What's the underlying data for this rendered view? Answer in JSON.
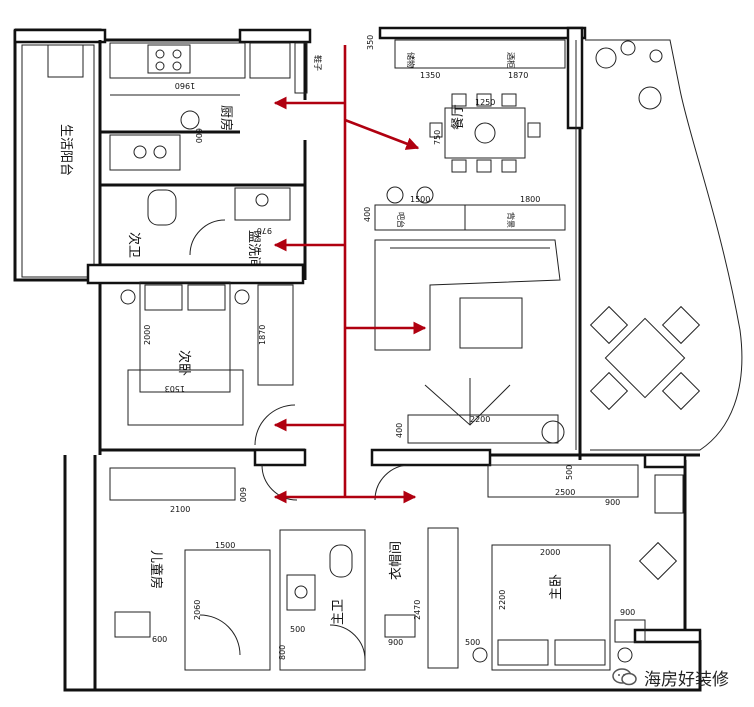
{
  "rooms": {
    "living_balcony": "生活阳台",
    "kitchen": "厨房",
    "dining": "餐厅",
    "second_bath": "次卫",
    "washroom": "盥洗间",
    "second_bedroom": "次卧",
    "kids_room": "儿童房",
    "master_bath": "主卫",
    "cloakroom": "衣帽间",
    "master_bedroom": "主卧",
    "shoe_cabinet": "鞋子",
    "bar_counter": "吧台",
    "back_wall": "背景",
    "dining_cabinet": "酒柜",
    "dining_cabinet_2": "储物"
  },
  "dimensions": {
    "d1960": "1960",
    "d350": "350",
    "d1350": "1350",
    "d1870": "1870",
    "d1250": "1250",
    "d750": "750",
    "d600": "600",
    "d1800": "1800",
    "d400a": "400",
    "d970": "970",
    "d1500a": "1500",
    "d2000a": "2000",
    "d1870b": "1870",
    "d1503": "1503",
    "d2200": "2200",
    "d400b": "400",
    "d500": "500",
    "d2500": "2500",
    "d900a": "900",
    "d600b": "600",
    "d2100": "2100",
    "d1500b": "1500",
    "d2060": "2060",
    "d600c": "600",
    "d2470": "2470",
    "d2000b": "2000",
    "d2200b": "2200",
    "d500b": "500",
    "d800": "800",
    "d900b": "900",
    "d500c": "500",
    "d900c": "900"
  },
  "colors": {
    "circulation_arrows": "#b00010",
    "walls": "#111111"
  },
  "watermark": {
    "icon": "wechat-icon",
    "text": "海房好装修"
  }
}
